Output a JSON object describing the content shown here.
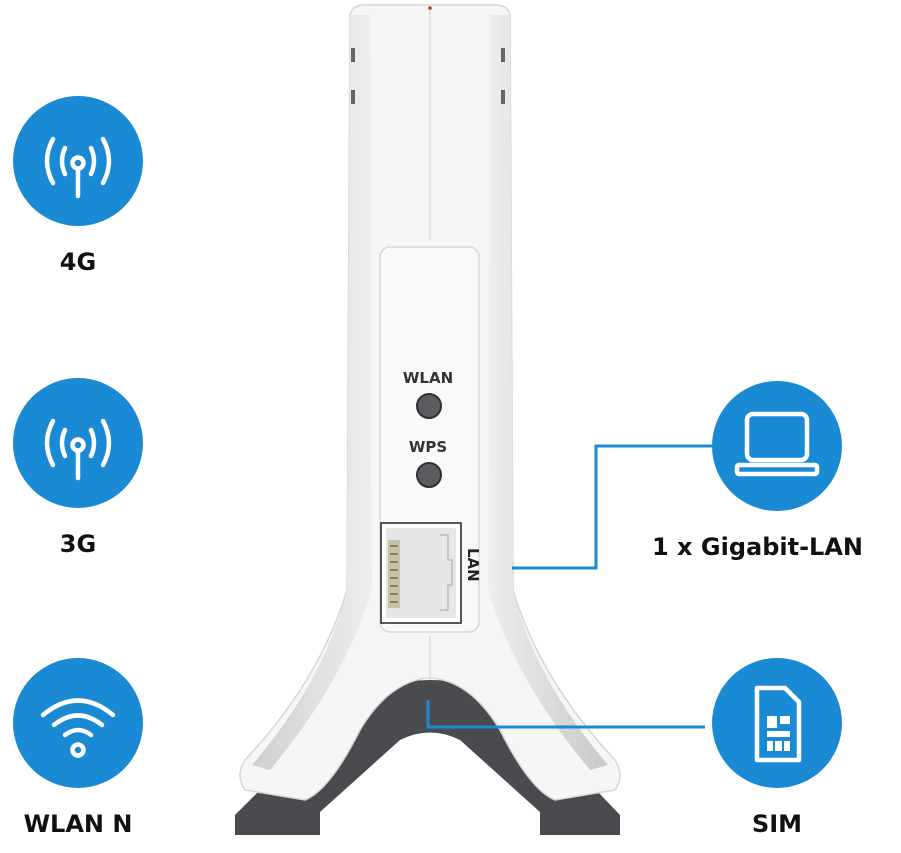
{
  "features_left": [
    {
      "icon": "cellular-antenna-icon",
      "label": "4G"
    },
    {
      "icon": "cellular-antenna-icon",
      "label": "3G"
    },
    {
      "icon": "wifi-icon",
      "label": "WLAN N"
    }
  ],
  "features_right": [
    {
      "icon": "laptop-icon",
      "label": "1 x Gigabit-LAN"
    },
    {
      "icon": "sim-card-icon",
      "label": "SIM"
    }
  ],
  "device": {
    "buttons": [
      {
        "label": "WLAN"
      },
      {
        "label": "WPS"
      }
    ],
    "port_label": "LAN"
  },
  "colors": {
    "accent": "#1a8ad4",
    "device_body": "#f4f4f4",
    "device_base": "#4a4b4f",
    "text": "#111111"
  }
}
